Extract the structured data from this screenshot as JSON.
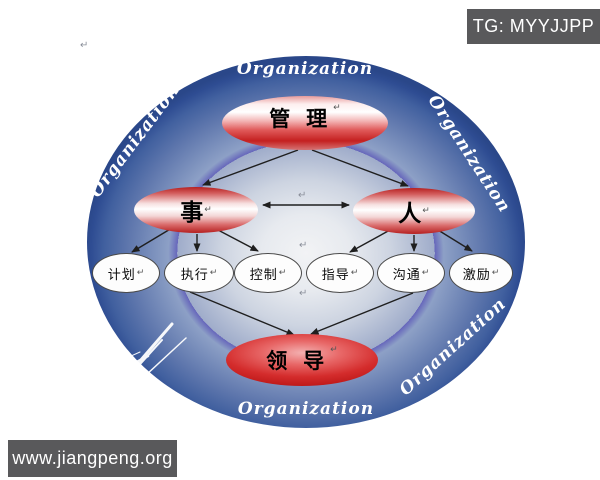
{
  "watermarks": {
    "tg": "TG: MYYJJPP",
    "site": "www.jiangpeng.org"
  },
  "ring": {
    "label": "Organization"
  },
  "marks": {
    "return": "↵"
  },
  "nodes": {
    "management": "管 理",
    "affairs": "事",
    "people": "人",
    "leadership": "领 导",
    "sub": [
      "计划",
      "执行",
      "控制",
      "指导",
      "沟通",
      "激励"
    ]
  },
  "colors": {
    "ring_blue": "#2e4c92",
    "node_red": "#c42020",
    "badge_gray": "#59595b",
    "arrow": "#1f1f1f"
  }
}
